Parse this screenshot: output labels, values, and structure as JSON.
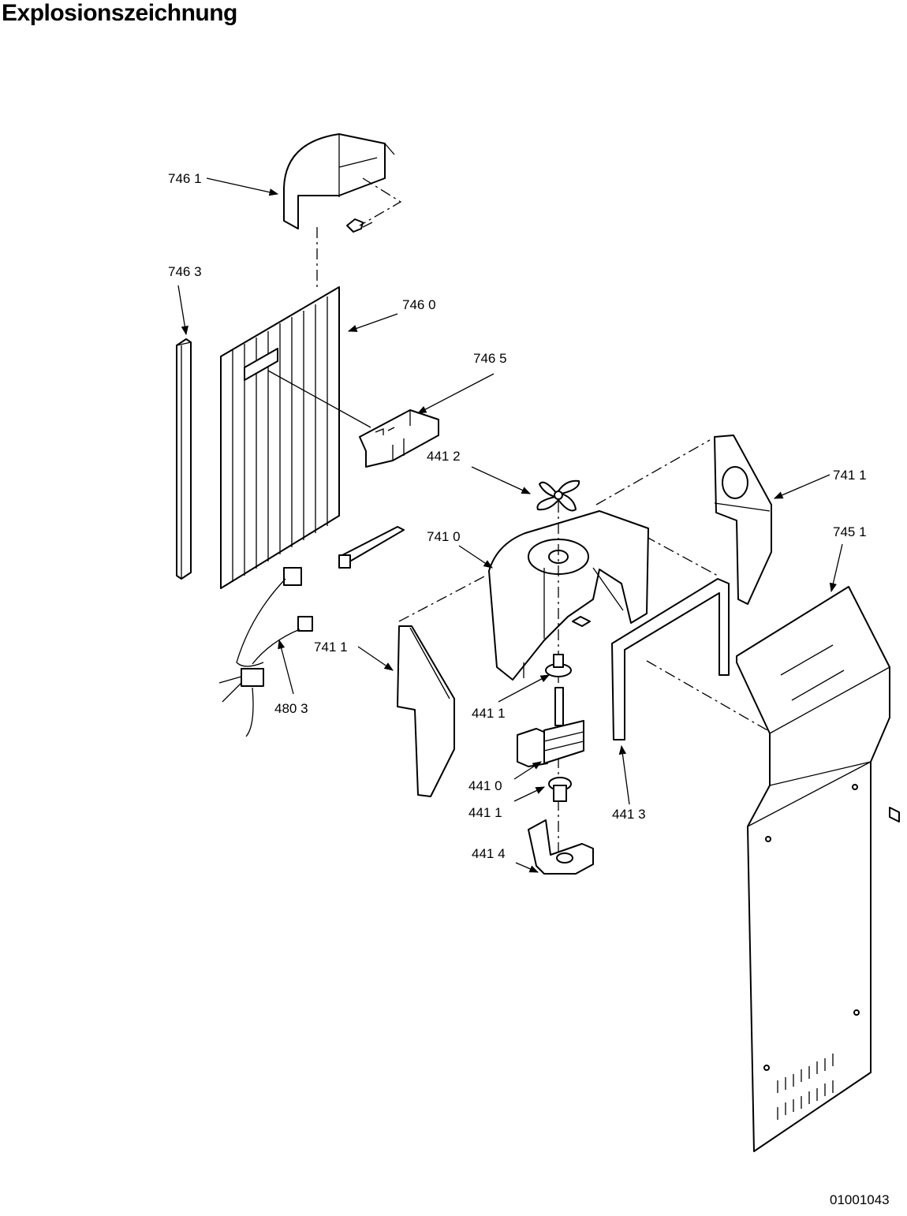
{
  "title": "Explosionszeichnung",
  "doc_number": "01001043",
  "callouts": {
    "c7461": "746 1",
    "c7463": "746 3",
    "c7460": "746  0",
    "c7465": "746 5",
    "c4412": "441 2",
    "c7411_right": "741 1",
    "c7451": "745 1",
    "c7410": "741 0",
    "c7411_left": "741 1",
    "c4803": "480 3",
    "c4411_upper": "441 1",
    "c4410": "441 0",
    "c4411_lower": "441 1",
    "c4413": "441 3",
    "c4414": "441 4"
  },
  "colors": {
    "line": "#000000",
    "background": "#ffffff"
  }
}
